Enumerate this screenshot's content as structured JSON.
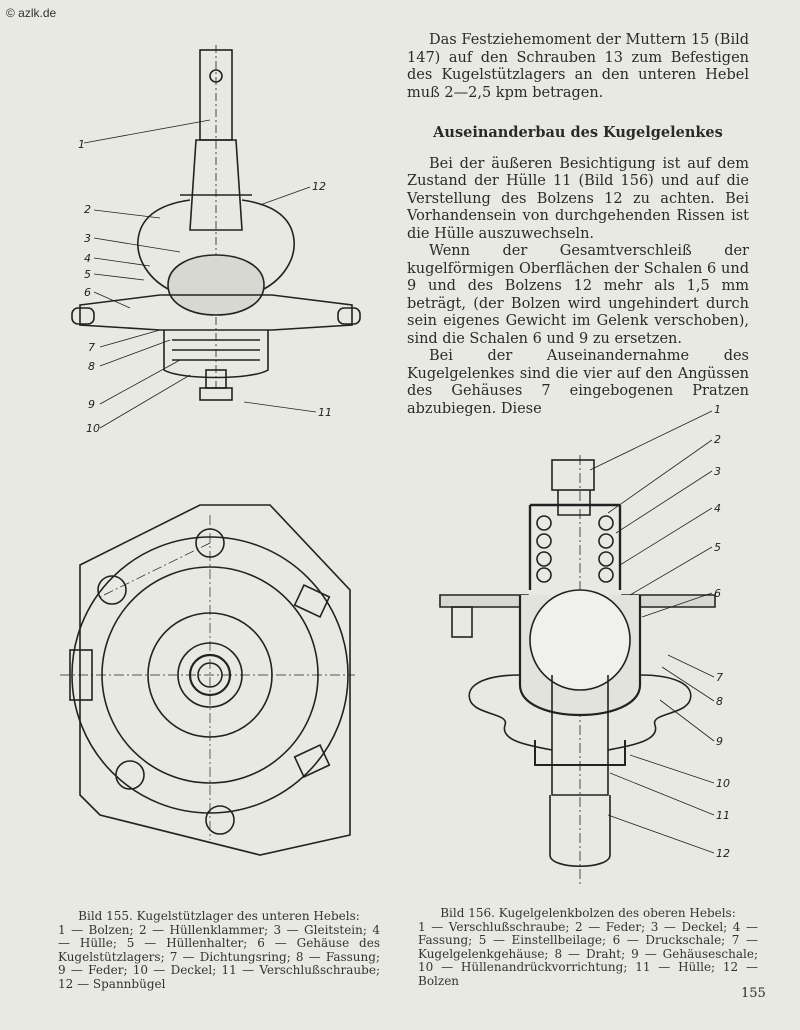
{
  "watermark": "© azlk.de",
  "text": {
    "p1": "Das Festziehemoment der Muttern 15 (Bild 147) auf den Schrauben 13 zum Befestigen des Kugelstützlagers an den unteren Hebel muß 2—2,5 kpm betragen.",
    "heading": "Auseinanderbau des Kugelgelenkes",
    "p2": "Bei der äußeren Besichtigung ist auf dem Zustand der Hülle 11 (Bild 156) und auf die Verstellung des Bolzens 12 zu achten. Bei Vorhandensein von durchgehenden Rissen ist die Hülle auszuwechseln.",
    "p3": "Wenn der Gesamtverschleiß der kugelförmigen Oberflächen der Schalen 6 und 9 und des Bolzens 12 mehr als 1,5 mm beträgt, (der Bolzen wird ungehindert durch sein eigenes Gewicht im Gelenk verschoben), sind die Schalen 6 und 9 zu ersetzen.",
    "p4": "Bei der Auseinandernahme des Kugelgelenkes sind die vier auf den Angüssen des Gehäuses 7 eingebogenen Pratzen abzubiegen. Diese"
  },
  "fig155": {
    "labels": [
      "1",
      "2",
      "3",
      "4",
      "5",
      "6",
      "7",
      "8",
      "9",
      "10",
      "11",
      "12"
    ],
    "caption_title": "Bild 155. Kugelstützlager des unteren Hebels:",
    "caption_body": "1 — Bolzen; 2 — Hüllenklammer; 3 — Gleitstein; 4 — Hülle; 5 — Hüllenhalter; 6 — Gehäuse des Kugelstützlagers; 7 — Dichtungsring; 8 — Fassung; 9 — Feder; 10 — Deckel; 11 — Verschlußschraube; 12 — Spannbügel"
  },
  "fig156": {
    "labels": [
      "1",
      "2",
      "3",
      "4",
      "5",
      "6",
      "7",
      "8",
      "9",
      "10",
      "11",
      "12"
    ],
    "caption_title": "Bild 156. Kugelgelenkbolzen des oberen Hebels:",
    "caption_body": "1 — Verschlußschraube; 2 — Feder; 3 — Deckel; 4 — Fassung; 5 — Einstellbeilage; 6 — Druckschale; 7 — Kugelgelenkgehäuse; 8 — Draht; 9 — Gehäuseschale; 10 — Hüllenandrückvorrichtung; 11 — Hülle; 12 — Bolzen"
  },
  "page_number": "155"
}
